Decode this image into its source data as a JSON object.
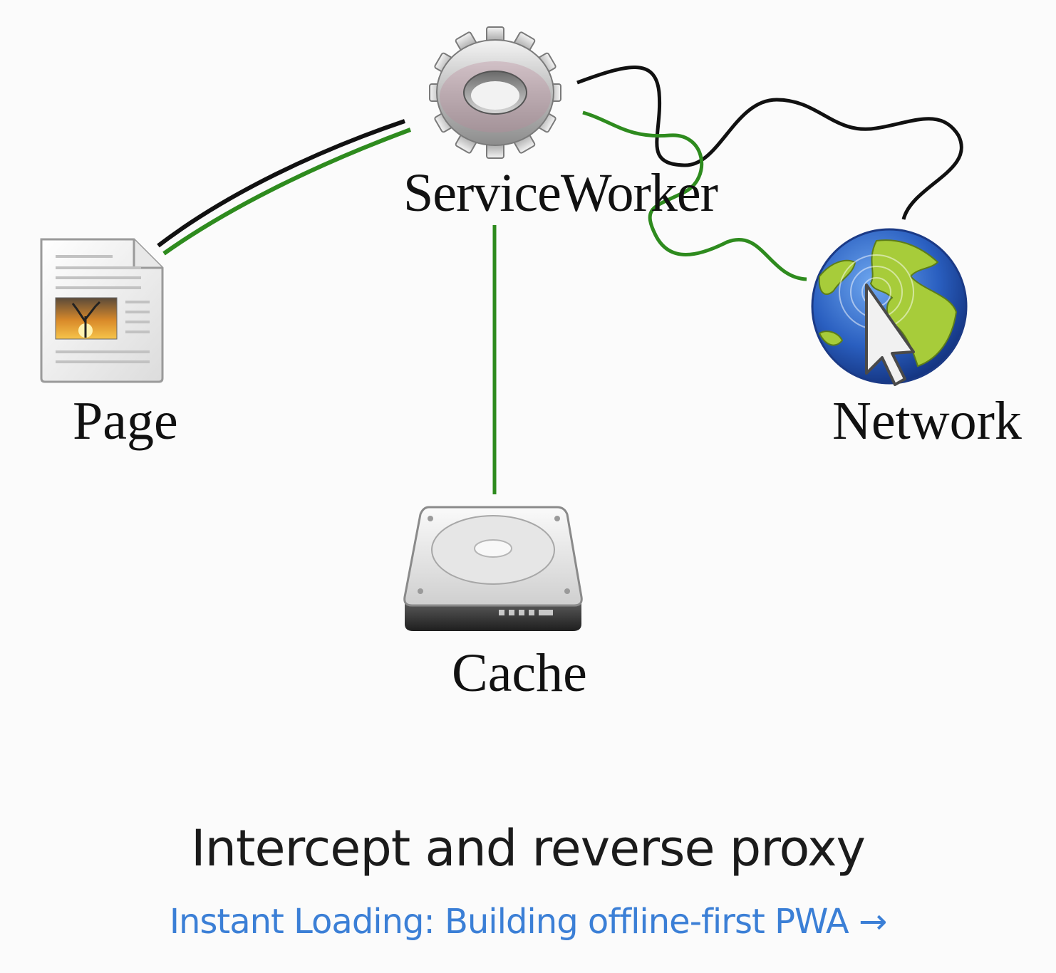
{
  "diagram": {
    "nodes": {
      "service_worker": "ServiceWorker",
      "page": "Page",
      "network": "Network",
      "cache": "Cache"
    },
    "colors": {
      "black_wire": "#111111",
      "green_wire": "#2e8b1e"
    },
    "icons": {
      "service_worker": "gear-icon",
      "page": "document-icon",
      "network": "globe-cursor-icon",
      "cache": "hard-drive-icon"
    }
  },
  "caption": "Intercept and reverse proxy",
  "link": {
    "label": "Instant Loading: Building offline-first PWA →",
    "color": "#3b7fd6"
  }
}
